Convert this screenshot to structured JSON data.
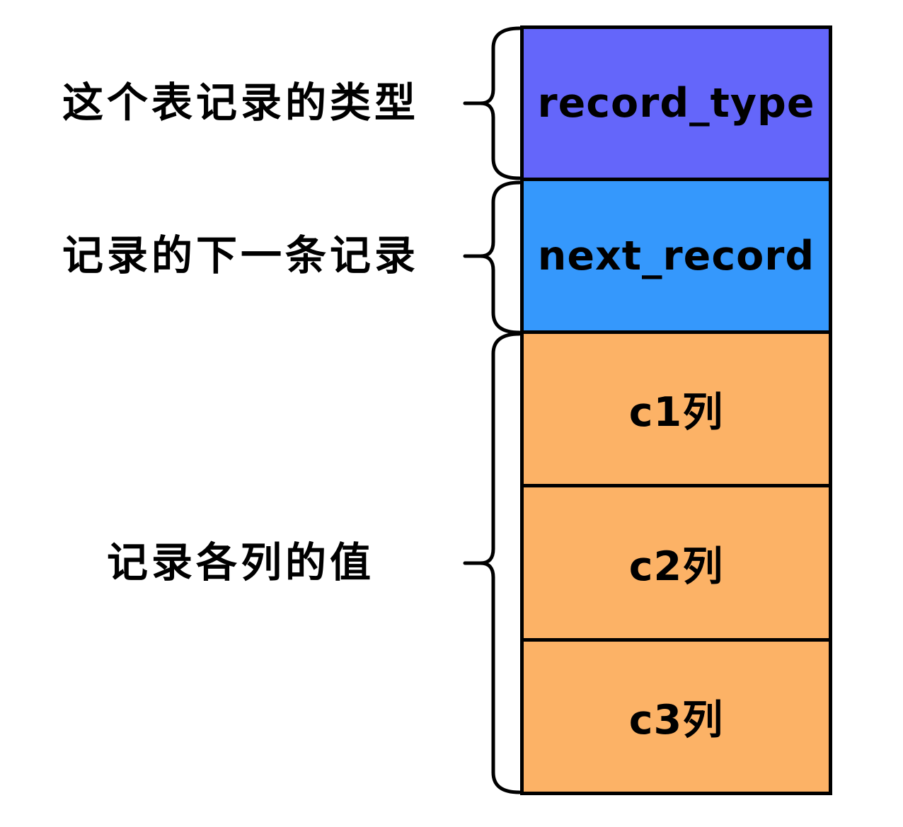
{
  "annotations": [
    {
      "text": "这个表记录的类型"
    },
    {
      "text": "记录的下一条记录"
    },
    {
      "text": "记录各列的值"
    }
  ],
  "blocks": [
    {
      "label": "record_type",
      "color": "#6466fa"
    },
    {
      "label": "next_record",
      "color": "#3598fc"
    },
    {
      "label": "c1列",
      "color": "#fcb266"
    },
    {
      "label": "c2列",
      "color": "#fcb266"
    },
    {
      "label": "c3列",
      "color": "#fcb266"
    }
  ],
  "colors": {
    "record_type_fill": "#6466fa",
    "next_record_fill": "#3598fc",
    "column_fill": "#fcb266",
    "border": "#000000",
    "text": "#000000",
    "background": "#ffffff"
  }
}
